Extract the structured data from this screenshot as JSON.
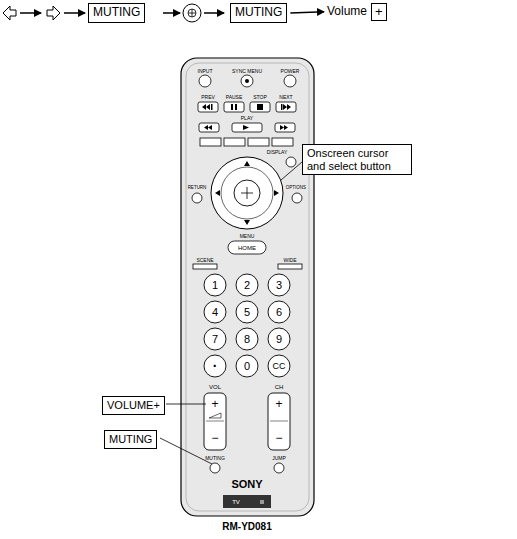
{
  "diagram": {
    "nodes": [
      {
        "text": [
          "MUTING"
        ]
      },
      {
        "text": [
          "MUTING"
        ]
      },
      {
        "text": [
          "Volume",
          "+"
        ]
      },
      {
        "text": [
          "Onscreen cursor and select button"
        ]
      },
      {
        "text": [
          "VOLUME+"
        ]
      },
      {
        "text": [
          "MUTING"
        ]
      }
    ],
    "edges": [
      {
        "from": 1,
        "to": 2,
        "arrow": "to"
      }
    ],
    "labels": [
      "INPUT",
      "SYNC MENU",
      "POWER",
      "PREV",
      "PAUSE",
      "STOP",
      "NEXT",
      "PLAY",
      "DISPLAY",
      "RETURN",
      "OPTIONS",
      "MENU",
      "HOME",
      "SCENE",
      "WIDE",
      "1",
      "2",
      "3",
      "4",
      "5",
      "6",
      "7",
      "8",
      "9",
      "·",
      "0",
      "CC",
      "VOL",
      "CH",
      "+",
      "−",
      "+",
      "−",
      "MUTING",
      "JUMP",
      "SONY",
      "TV",
      "RM-YD081"
    ]
  }
}
